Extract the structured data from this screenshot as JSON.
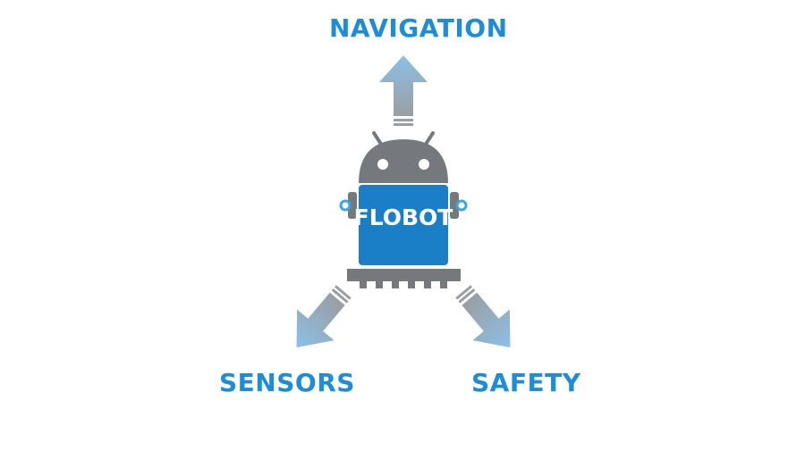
{
  "labels": {
    "top": "NAVIGATION",
    "left": "SENSORS",
    "right": "SAFETY",
    "robot": "FLOBOT"
  },
  "colors": {
    "label_blue": "#1f8dd6",
    "robot_blue": "#1a7fc7",
    "robot_gray": "#75797d",
    "arrow_light_blue": "#8cc0e7",
    "arrow_gray": "#9a9ea3",
    "eye_ring": "#39a6e6"
  },
  "icons": {
    "robot": "robot-icon",
    "arrow_up": "arrow-up-icon",
    "arrow_down_left": "arrow-down-left-icon",
    "arrow_down_right": "arrow-down-right-icon"
  }
}
